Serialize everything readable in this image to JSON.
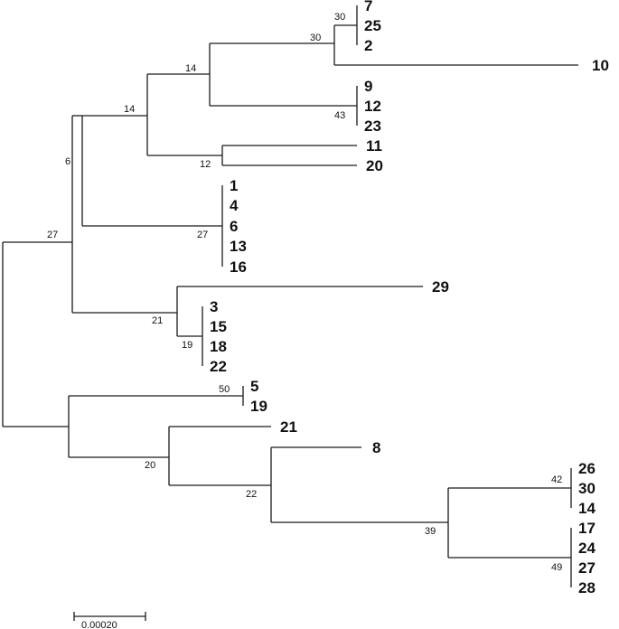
{
  "leaves": [
    "7",
    "25",
    "2",
    "10",
    "9",
    "12",
    "23",
    "11",
    "20",
    "1",
    "4",
    "6",
    "13",
    "16",
    "29",
    "3",
    "15",
    "18",
    "22",
    "5",
    "19",
    "21",
    "8",
    "26",
    "30",
    "14",
    "17",
    "24",
    "27",
    "28"
  ],
  "bootstrap": [
    "30",
    "30",
    "14",
    "43",
    "14",
    "12",
    "6",
    "27",
    "27",
    "21",
    "19",
    "50",
    "20",
    "22",
    "42",
    "39",
    "49"
  ],
  "scale_bar": {
    "label": "0.00020"
  }
}
